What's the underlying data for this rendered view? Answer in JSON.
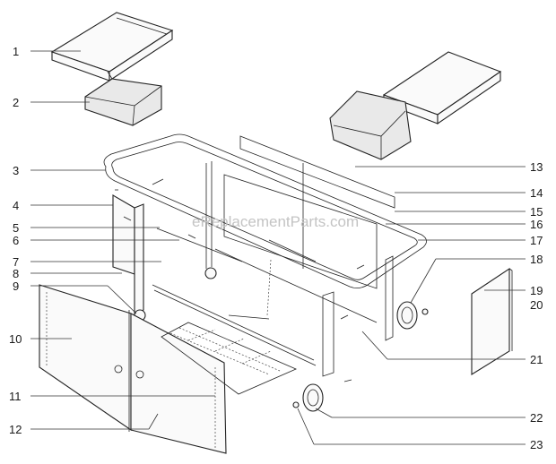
{
  "watermark": "eReplacementParts.com",
  "callouts": [
    {
      "number": "1"
    },
    {
      "number": "2"
    },
    {
      "number": "3"
    },
    {
      "number": "4"
    },
    {
      "number": "5"
    },
    {
      "number": "6"
    },
    {
      "number": "7"
    },
    {
      "number": "8"
    },
    {
      "number": "9"
    },
    {
      "number": "10"
    },
    {
      "number": "11"
    },
    {
      "number": "12"
    },
    {
      "number": "13"
    },
    {
      "number": "14"
    },
    {
      "number": "15"
    },
    {
      "number": "16"
    },
    {
      "number": "17"
    },
    {
      "number": "18"
    },
    {
      "number": "19"
    },
    {
      "number": "20"
    },
    {
      "number": "21"
    },
    {
      "number": "22"
    },
    {
      "number": "23"
    }
  ]
}
